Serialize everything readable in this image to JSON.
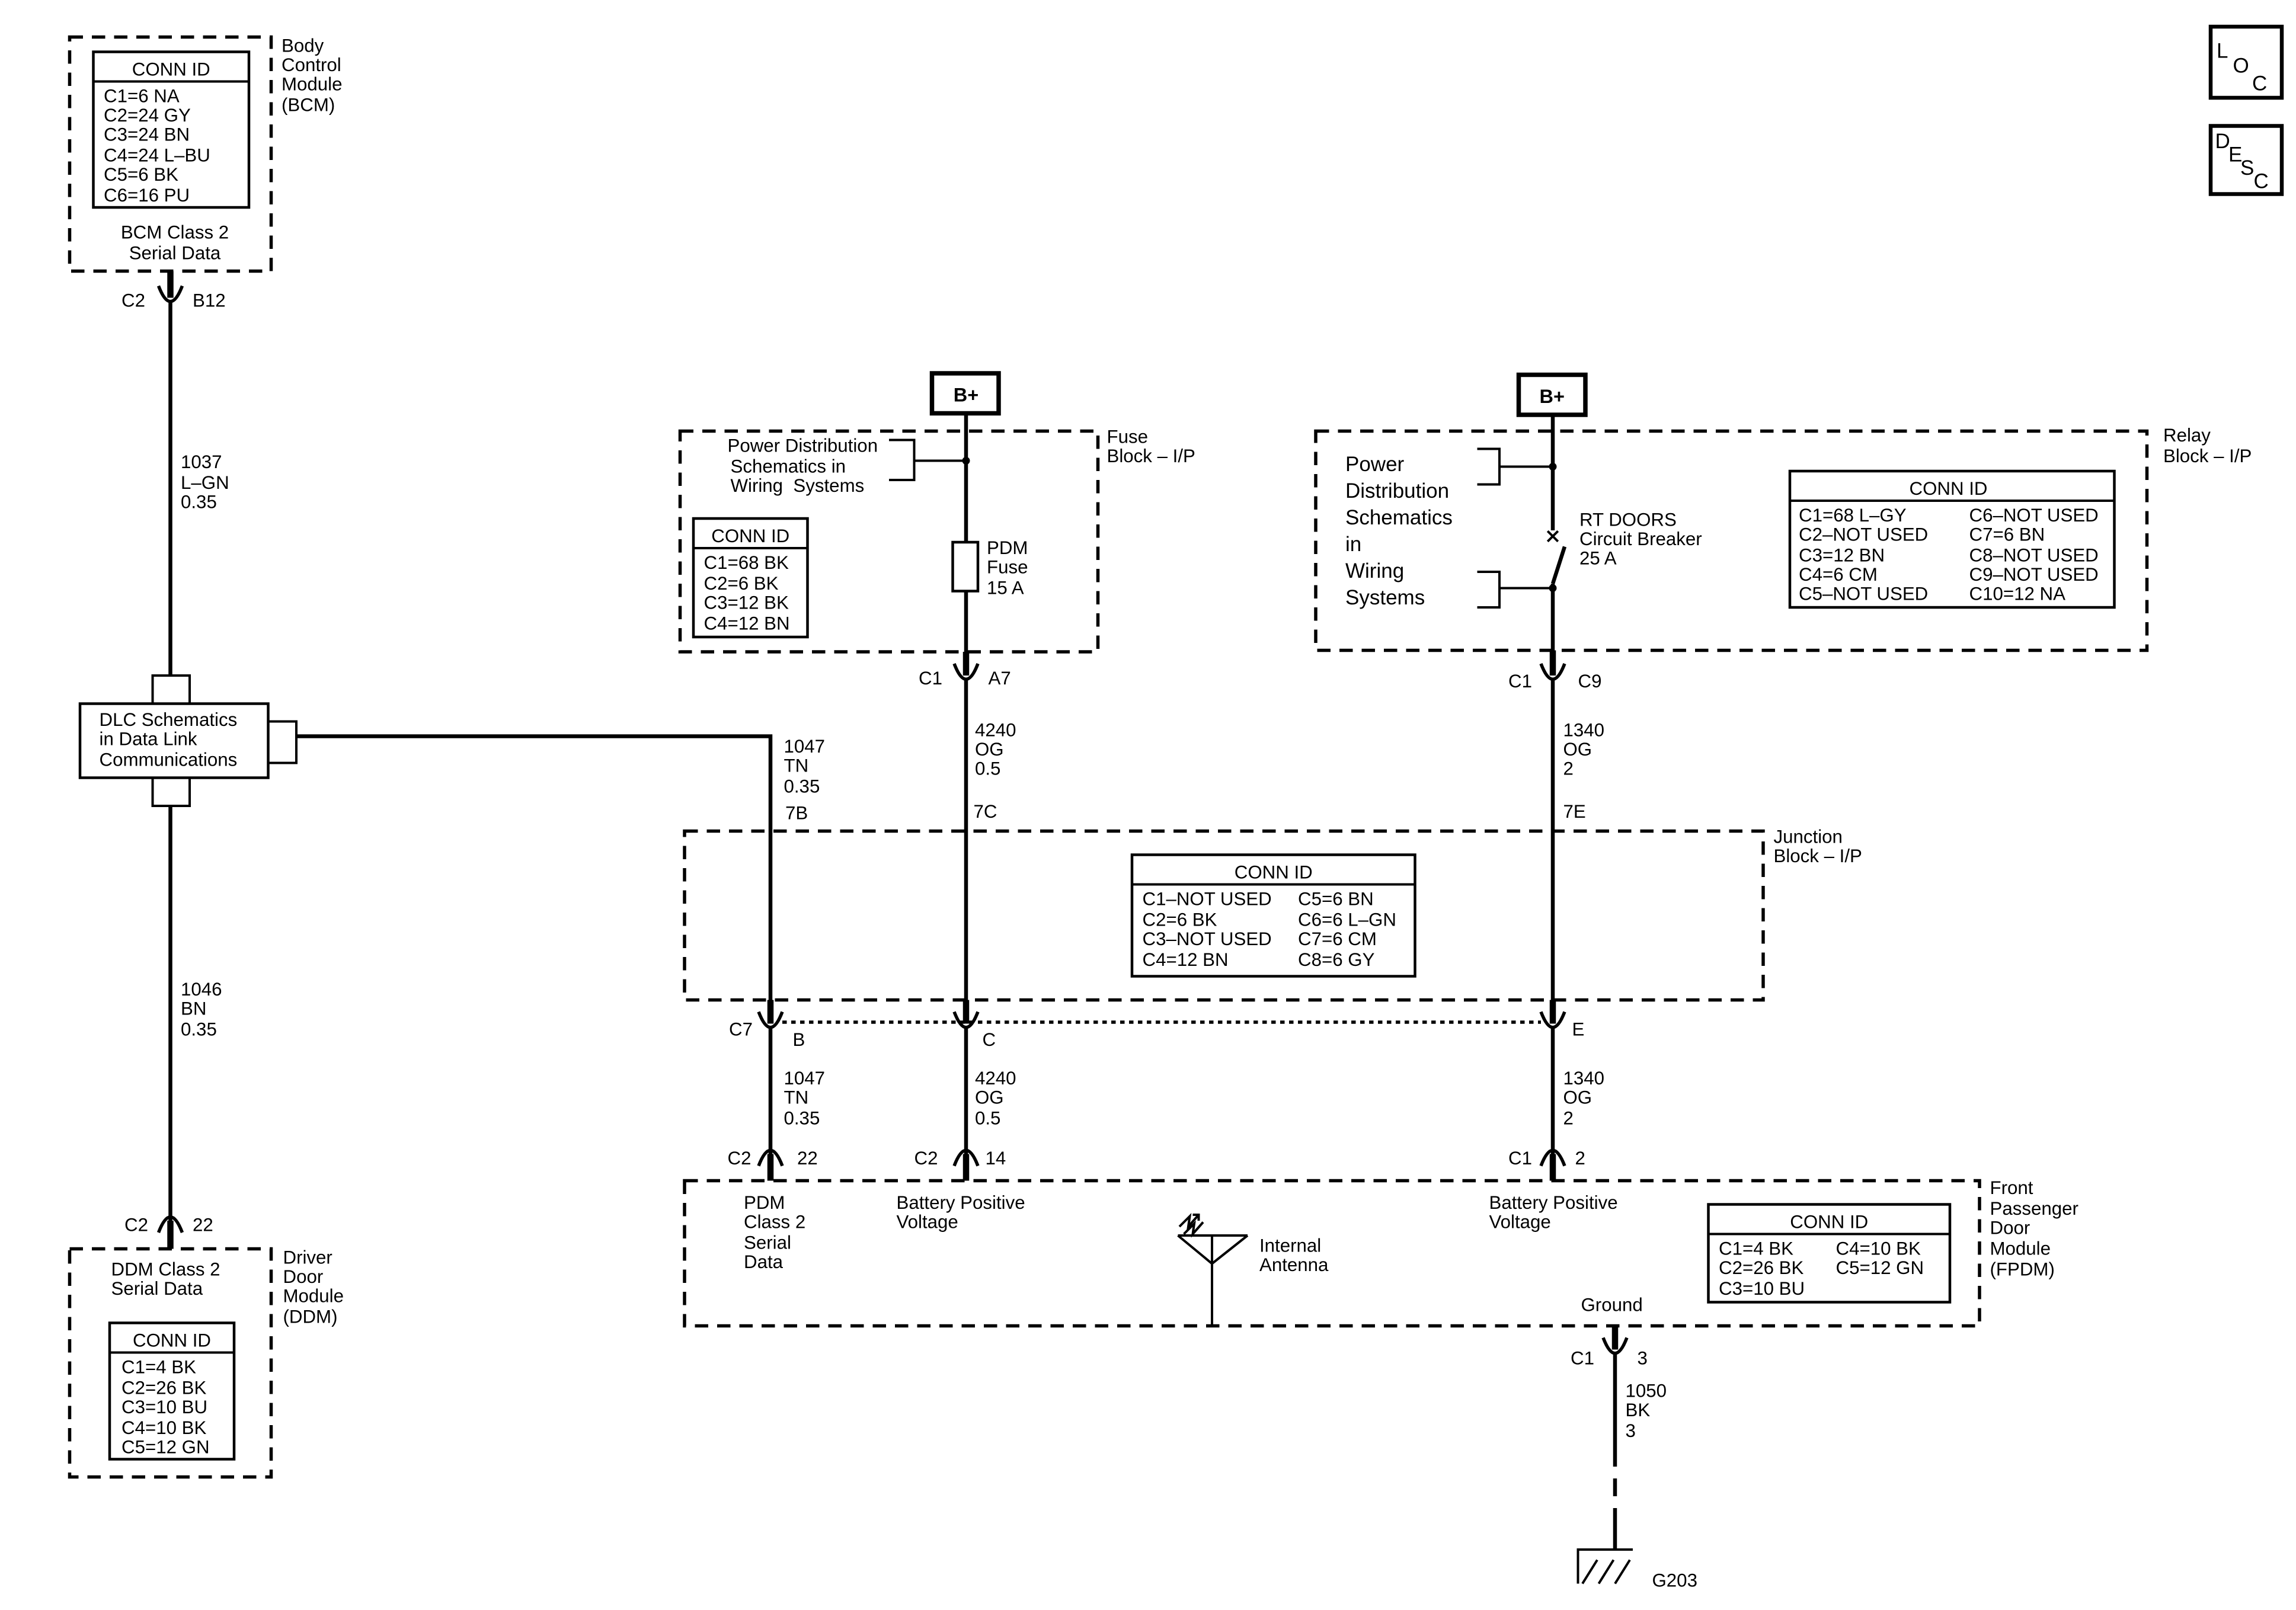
{
  "bcm": {
    "conn_title": "CONN ID",
    "conn": [
      "C1=6 NA",
      "C2=24 GY",
      "C3=24 BN",
      "C4=24 L–BU",
      "C5=6 BK",
      "C6=16 PU"
    ],
    "desc": [
      "BCM Class 2",
      "Serial Data"
    ],
    "label": [
      "Body",
      "Control",
      "Module",
      "(BCM)"
    ],
    "connector": {
      "id": "C2",
      "pin": "B12"
    }
  },
  "wire_1037": {
    "circuit": "1037",
    "color": "L–GN",
    "size": "0.35"
  },
  "dlc": {
    "lines": [
      "DLC Schematics",
      "in Data Link",
      "Communications"
    ]
  },
  "wire_1046": {
    "circuit": "1046",
    "color": "BN",
    "size": "0.35"
  },
  "ddm": {
    "connector": {
      "id": "C2",
      "pin": "22"
    },
    "desc": [
      "DDM Class 2",
      "Serial Data"
    ],
    "conn_title": "CONN ID",
    "conn": [
      "C1=4 BK",
      "C2=26 BK",
      "C3=10 BU",
      "C4=10 BK",
      "C5=12 GN"
    ],
    "label": [
      "Driver",
      "Door",
      "Module",
      "(DDM)"
    ]
  },
  "icons": {
    "loc": [
      "L",
      "O",
      "C"
    ],
    "desc": [
      "D",
      "E",
      "S",
      "C"
    ]
  },
  "fuse_block": {
    "power_label": "B+",
    "label": [
      "Fuse",
      "Block – I/P"
    ],
    "power_dist": [
      "Power Distribution",
      "Schematics in",
      "Wiring  Systems"
    ],
    "conn_title": "CONN ID",
    "conn": [
      "C1=68 BK",
      "C2=6 BK",
      "C3=12 BK",
      "C4=12 BN"
    ],
    "fuse": [
      "PDM",
      "Fuse",
      "15 A"
    ],
    "connector": {
      "id": "C1",
      "pin": "A7"
    }
  },
  "relay_block": {
    "power_label": "B+",
    "label": [
      "Relay",
      "Block – I/P"
    ],
    "power_dist": [
      "Power",
      "Distribution",
      "Schematics",
      "in",
      "Wiring",
      "Systems"
    ],
    "breaker": [
      "RT DOORS",
      "Circuit Breaker",
      "25 A"
    ],
    "conn_title": "CONN ID",
    "conn_left": [
      "C1=68 L–GY",
      "C2–NOT USED",
      "C3=12 BN",
      "C4=6 CM",
      "C5–NOT USED"
    ],
    "conn_right": [
      "C6–NOT USED",
      "C7=6 BN",
      "C8–NOT USED",
      "C9–NOT USED",
      "C10=12 NA"
    ],
    "connector": {
      "id": "C1",
      "pin": "C9"
    }
  },
  "wire_1047_upper": {
    "circuit": "1047",
    "color": "TN",
    "size": "0.35",
    "splice": "7B"
  },
  "wire_4240_upper": {
    "circuit": "4240",
    "color": "OG",
    "size": "0.5",
    "splice": "7C"
  },
  "wire_1340_upper": {
    "circuit": "1340",
    "color": "OG",
    "size": "2",
    "splice": "7E"
  },
  "junction_block": {
    "label": [
      "Junction",
      "Block – I/P"
    ],
    "conn_title": "CONN ID",
    "conn_left": [
      "C1–NOT USED",
      "C2=6 BK",
      "C3–NOT USED",
      "C4=12 BN"
    ],
    "conn_right": [
      "C5=6 BN",
      "C6=6 L–GN",
      "C7=6 CM",
      "C8=6 GY"
    ],
    "connector": {
      "id": "C7",
      "pins": [
        "B",
        "C",
        "E"
      ]
    }
  },
  "wire_1047_lower": {
    "circuit": "1047",
    "color": "TN",
    "size": "0.35"
  },
  "wire_4240_lower": {
    "circuit": "4240",
    "color": "OG",
    "size": "0.5"
  },
  "wire_1340_lower": {
    "circuit": "1340",
    "color": "OG",
    "size": "2"
  },
  "fpdm": {
    "connectors": [
      {
        "id": "C2",
        "pin": "22"
      },
      {
        "id": "C2",
        "pin": "14"
      },
      {
        "id": "C1",
        "pin": "2"
      }
    ],
    "label": [
      "Front",
      "Passenger",
      "Door",
      "Module",
      "(FPDM)"
    ],
    "pdm_serial": [
      "PDM",
      "Class 2",
      "Serial",
      "Data"
    ],
    "battery_1": [
      "Battery Positive",
      "Voltage"
    ],
    "antenna": [
      "Internal",
      "Antenna"
    ],
    "battery_2": [
      "Battery Positive",
      "Voltage"
    ],
    "conn_title": "CONN ID",
    "conn_left": [
      "C1=4 BK",
      "C2=26 BK",
      "C3=10 BU"
    ],
    "conn_right": [
      "C4=10 BK",
      "C5=12 GN"
    ],
    "ground_label": "Ground",
    "ground_connector": {
      "id": "C1",
      "pin": "3"
    }
  },
  "wire_1050": {
    "circuit": "1050",
    "color": "BK",
    "size": "3"
  },
  "ground": {
    "id": "G203"
  }
}
